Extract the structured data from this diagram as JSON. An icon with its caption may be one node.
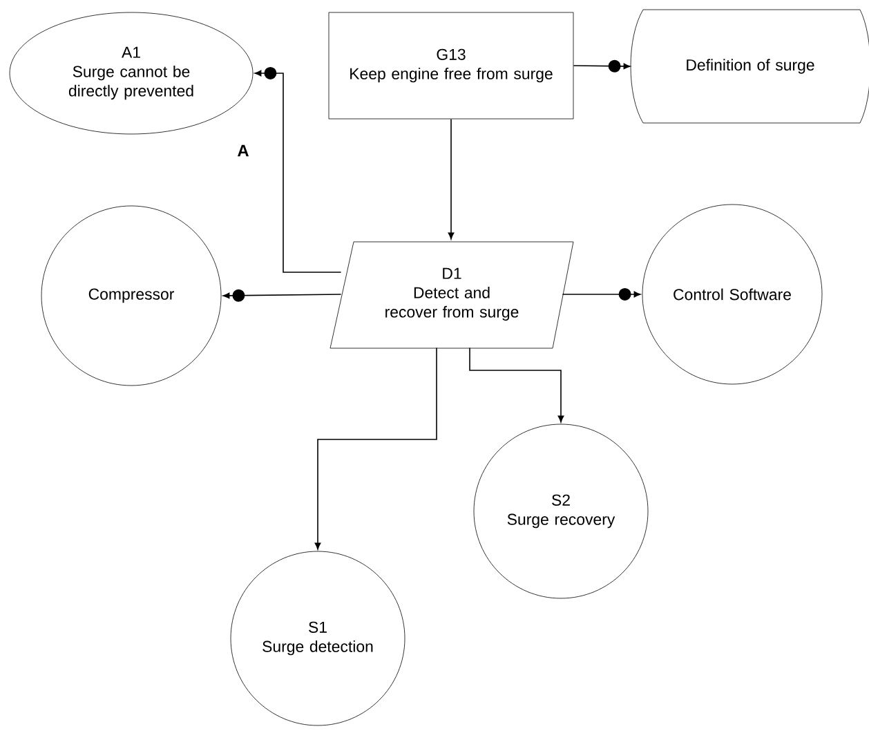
{
  "diagram": {
    "nodes": [
      {
        "text": [
          "A1",
          "Surge cannot be directly prevented"
        ],
        "beside": [
          "A"
        ]
      },
      {
        "text": [
          "G13",
          "Keep engine free from surge"
        ]
      },
      {
        "text": [
          "Definition of surge"
        ]
      },
      {
        "text": [
          "Compressor"
        ]
      },
      {
        "text": [
          "D1",
          "Detect and recover from surge"
        ]
      },
      {
        "text": [
          "Control Software"
        ]
      },
      {
        "text": [
          "S2",
          "Surge recovery"
        ]
      },
      {
        "text": [
          "S1",
          "Surge detection"
        ]
      }
    ],
    "edges": [
      {
        "from": 1,
        "to": 4,
        "arrow": "to"
      },
      {
        "from": 1,
        "to": 2,
        "arrow": "to"
      },
      {
        "from": 4,
        "to": 0,
        "arrow": "to"
      },
      {
        "from": 4,
        "to": 3,
        "arrow": "to"
      },
      {
        "from": 4,
        "to": 5,
        "arrow": "to"
      },
      {
        "from": 4,
        "to": 7,
        "arrow": "to"
      },
      {
        "from": 4,
        "to": 6,
        "arrow": "to"
      }
    ]
  }
}
